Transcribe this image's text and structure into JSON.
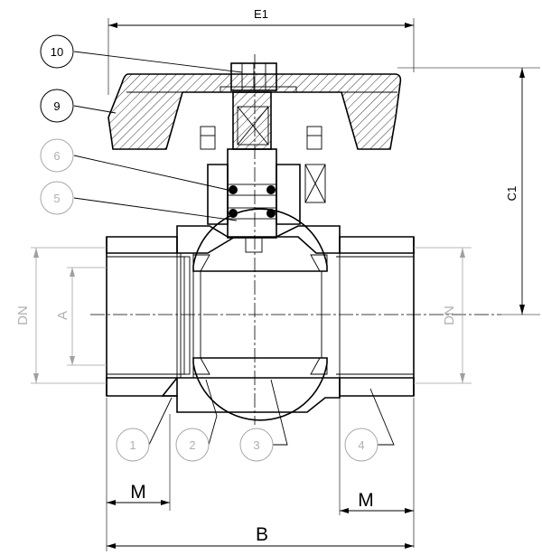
{
  "dimensions": {
    "e1": "E1",
    "c1": "C1",
    "dn_left": "DN",
    "dn_right": "DN",
    "a": "A",
    "m_left": "M",
    "m_right": "M",
    "b": "B"
  },
  "callouts": {
    "p10": "10",
    "p9": "9",
    "p6": "6",
    "p5": "5",
    "p1": "1",
    "p2": "2",
    "p3": "3",
    "p4": "4"
  }
}
